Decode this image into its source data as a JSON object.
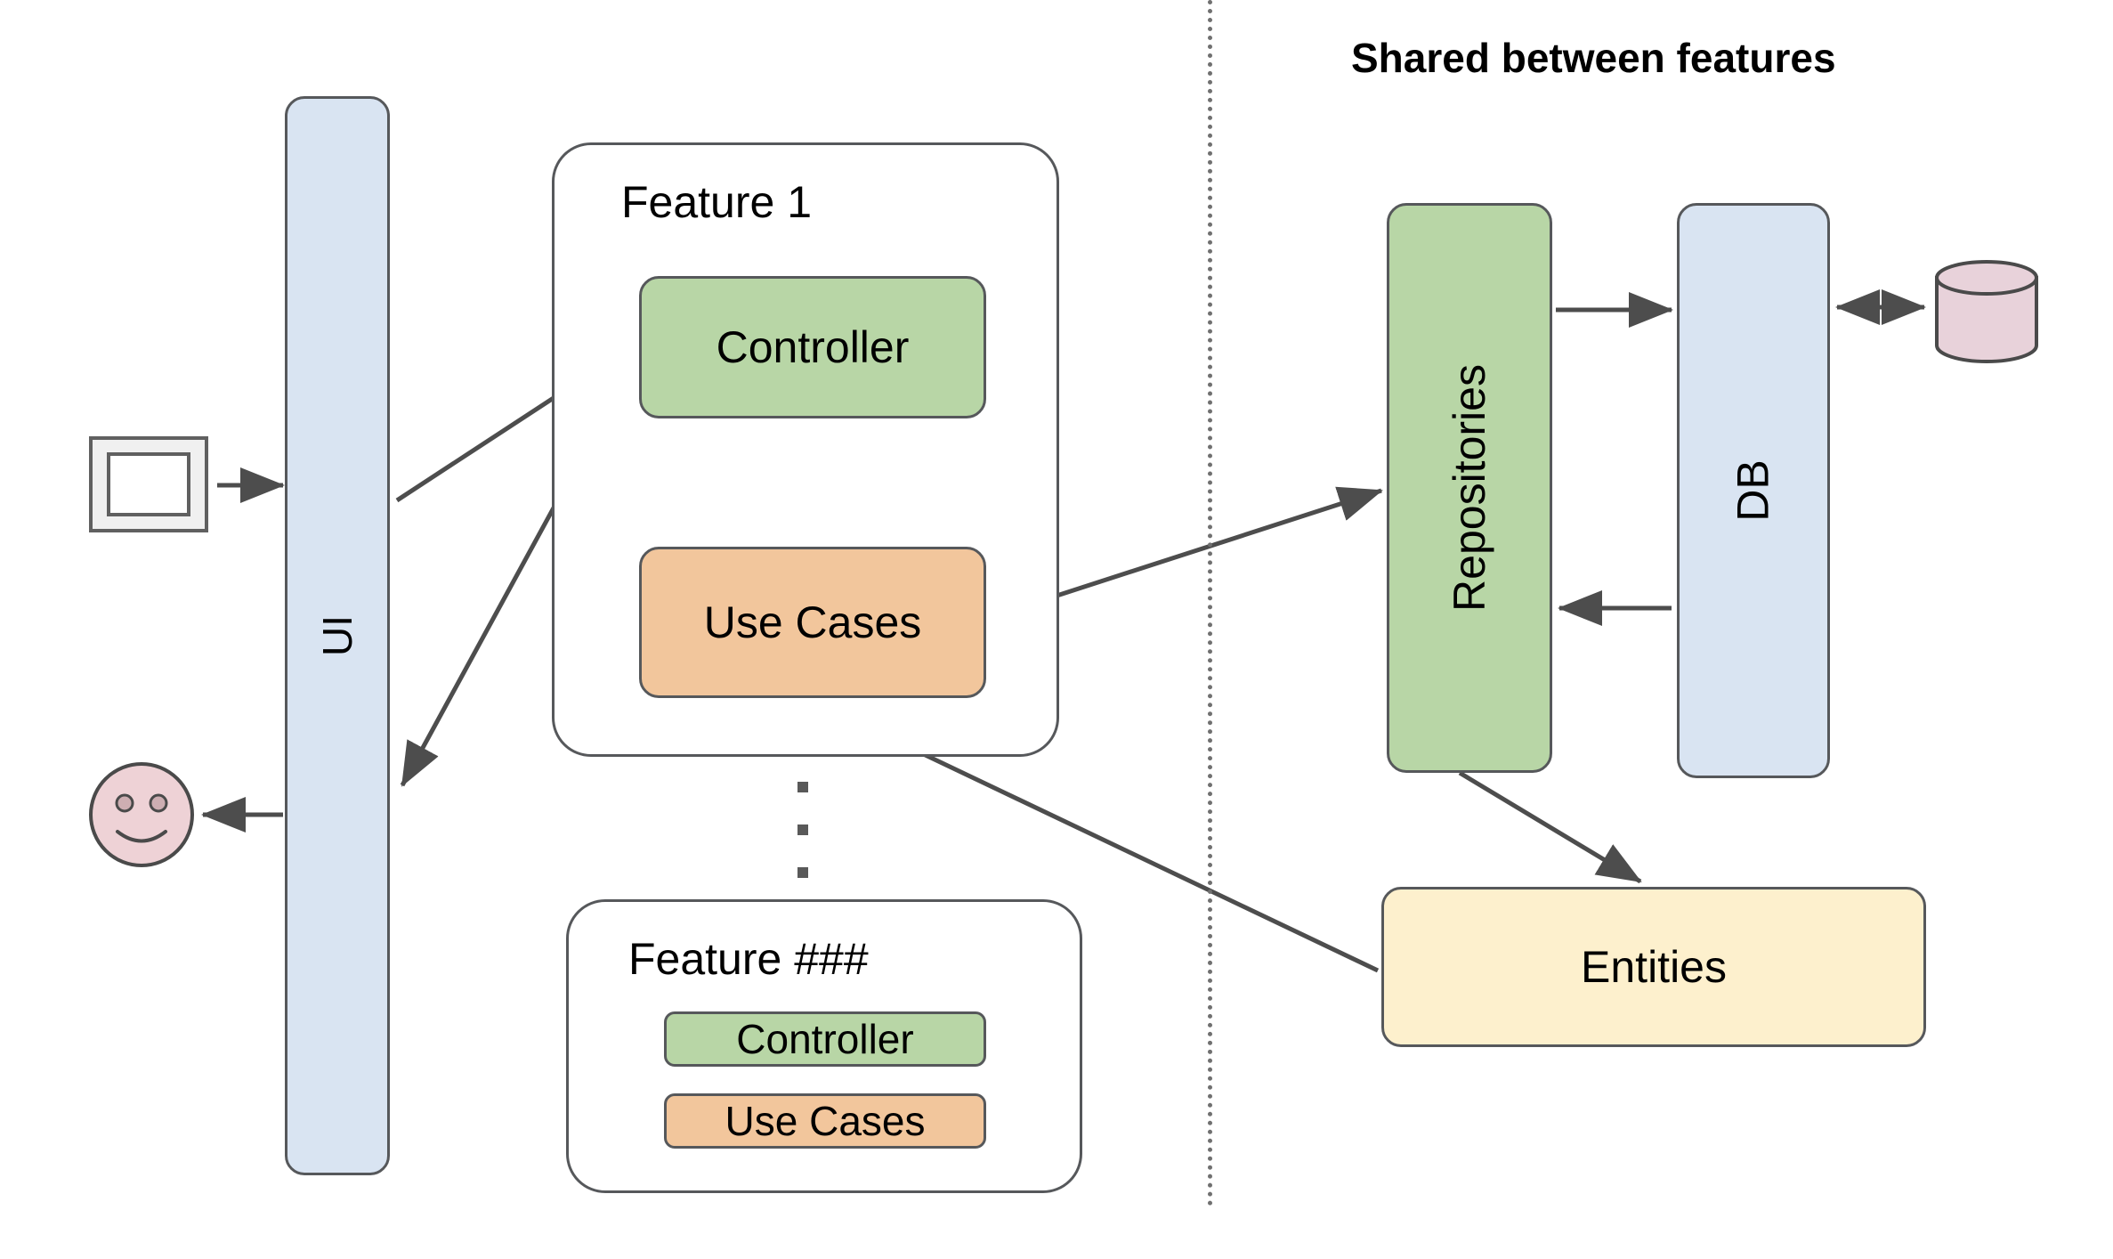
{
  "diagram": {
    "title_right": "Shared between features",
    "left_section": {
      "monitor_icon": "monitor-icon",
      "actor_icon": "smiley-face-icon",
      "ui_layer_label": "UI"
    },
    "features": [
      {
        "title": "Feature 1",
        "nodes": [
          {
            "label": "Controller",
            "color": "#b8d6a6"
          },
          {
            "label": "Use Cases",
            "color": "#f2c69c"
          }
        ]
      },
      {
        "title": "Feature ###",
        "nodes": [
          {
            "label": "Controller",
            "color": "#b8d6a6"
          },
          {
            "label": "Use Cases",
            "color": "#f2c69c"
          }
        ]
      }
    ],
    "ellipsis": "vertical-dots",
    "shared": {
      "repositories_label": "Repositories",
      "db_label": "DB",
      "entities_label": "Entities",
      "database_icon": "database-cylinder-icon"
    },
    "colors": {
      "green": "#b8d6a6",
      "orange": "#f2c69c",
      "blue": "#d9e4f2",
      "yellow": "#fdf0cd",
      "pink": "#e8d2da",
      "stroke": "#56585b",
      "arrow": "#4d4d4d"
    },
    "edges": [
      {
        "from": "monitor-icon",
        "to": "UI",
        "arrow": "single"
      },
      {
        "from": "UI",
        "to": "smiley-face-icon",
        "arrow": "single"
      },
      {
        "from": "UI",
        "to": "Controller",
        "arrow": "single"
      },
      {
        "from": "Controller",
        "to": "UI",
        "arrow": "single"
      },
      {
        "from": "Controller",
        "to": "Use Cases",
        "arrow": "single"
      },
      {
        "from": "Use Cases",
        "to": "Controller",
        "arrow": "single"
      },
      {
        "from": "Use Cases",
        "to": "Repositories",
        "arrow": "single"
      },
      {
        "from": "Repositories",
        "to": "DB",
        "arrow": "single"
      },
      {
        "from": "DB",
        "to": "Repositories",
        "arrow": "single"
      },
      {
        "from": "DB",
        "to": "database-cylinder-icon",
        "arrow": "double"
      },
      {
        "from": "Repositories",
        "to": "Entities",
        "arrow": "single"
      },
      {
        "from": "Entities",
        "to": "Use Cases",
        "arrow": "single"
      }
    ]
  }
}
